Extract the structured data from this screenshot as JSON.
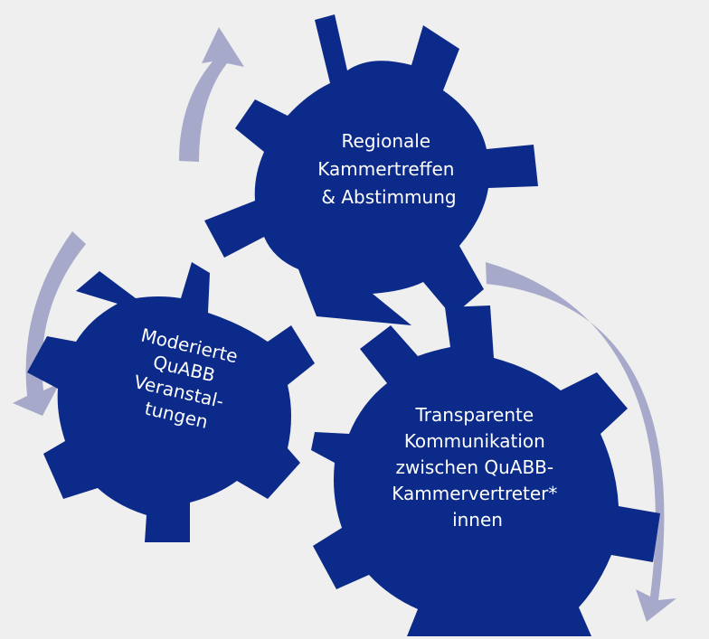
{
  "diagram": {
    "gear_color": "#0b2a8a",
    "arrow_color": "#a6a9c9",
    "background_color": "#efefef",
    "gears": [
      {
        "id": "top",
        "lines": [
          "Regionale",
          "Kammertreffen",
          "& Abstimmung"
        ]
      },
      {
        "id": "left",
        "lines": [
          "Moderierte",
          "QuABB",
          "Veranstal-",
          "tungen"
        ]
      },
      {
        "id": "right",
        "lines": [
          "Transparente",
          "Kommunikation",
          "zwischen QuABB-",
          "Kammervertreter*",
          "innen"
        ]
      }
    ]
  }
}
